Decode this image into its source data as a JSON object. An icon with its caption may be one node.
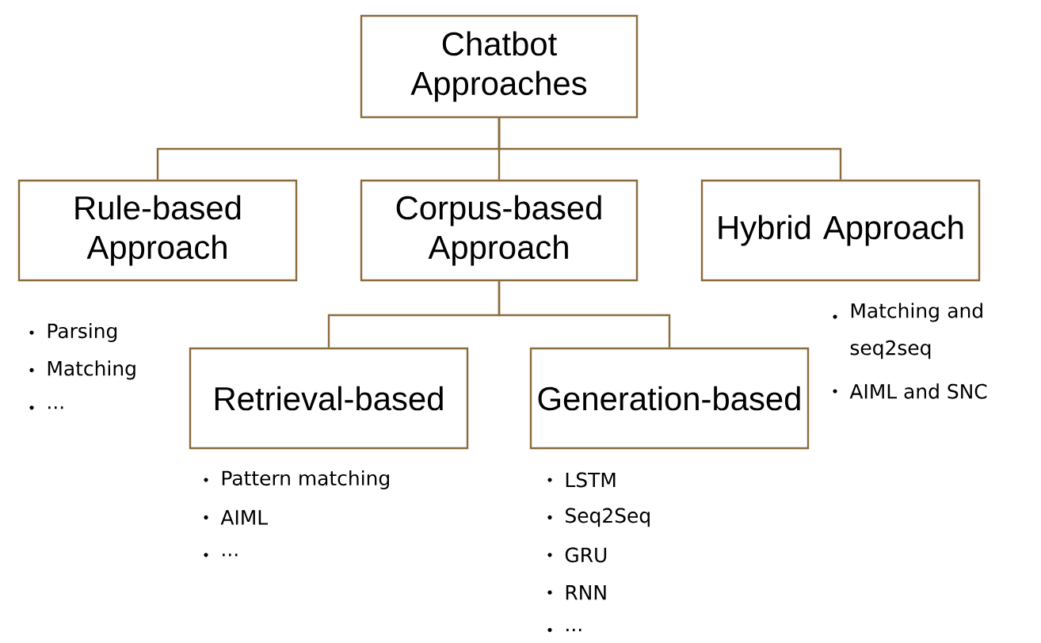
{
  "diagram": {
    "nodes": [
      {
        "text": [
          "Chatbot Approaches"
        ]
      },
      {
        "text": [
          "Rule-based Approach"
        ],
        "beside": [
          "Parsing",
          "Matching",
          "..."
        ]
      },
      {
        "text": [
          "Corpus-based Approach"
        ]
      },
      {
        "text": [
          "Hybrid Approach"
        ],
        "beside": [
          "Matching and seq2seq",
          "AIML and SNC"
        ]
      },
      {
        "text": [
          "Retrieval-based"
        ],
        "beside": [
          "Pattern matching",
          "AIML",
          "..."
        ]
      },
      {
        "text": [
          "Generation-based"
        ],
        "beside": [
          "LSTM",
          "Seq2Seq",
          "GRU",
          "RNN",
          "..."
        ]
      }
    ],
    "edges": [
      {
        "from": 0,
        "to": 1,
        "arrow": "none"
      },
      {
        "from": 0,
        "to": 2,
        "arrow": "none"
      },
      {
        "from": 0,
        "to": 3,
        "arrow": "none"
      },
      {
        "from": 2,
        "to": 4,
        "arrow": "none"
      },
      {
        "from": 2,
        "to": 5,
        "arrow": "none"
      }
    ]
  }
}
